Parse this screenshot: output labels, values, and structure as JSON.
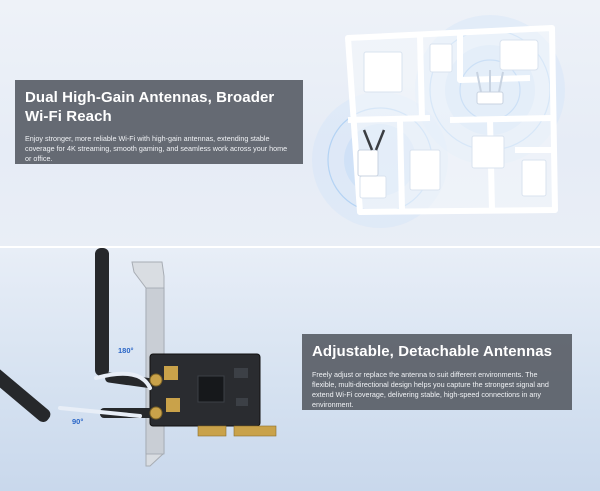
{
  "sections": {
    "range": {
      "title": "Dual High-Gain Antennas, Broader Wi-Fi Reach",
      "description": "Enjoy stronger, more reliable Wi-Fi with high-gain antennas, extending stable coverage for 4K streaming, smooth gaming, and seamless work across your home or office."
    },
    "antennas": {
      "title": "Adjustable, Detachable Antennas",
      "description": "Freely adjust or replace the antenna to suit different environments. The flexible, multi-directional design helps you capture the strongest signal and extend Wi-Fi coverage, delivering stable, high-speed connections in any environment."
    }
  },
  "angle_labels": {
    "vertical": "180°",
    "horizontal": "90°"
  },
  "colors": {
    "card_background": "#5a6068",
    "angle_label": "#2a66c7",
    "signal_blue": "#9cc4f0"
  }
}
